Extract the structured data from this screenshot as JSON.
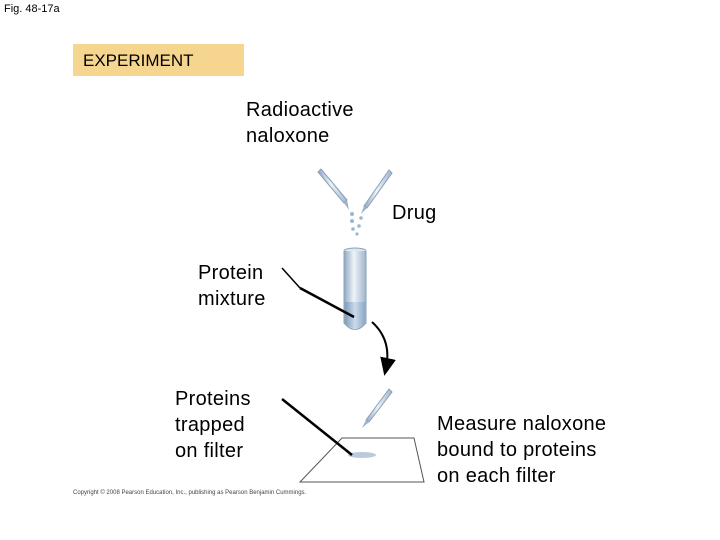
{
  "figure": {
    "label": "Fig. 48-17a"
  },
  "header": {
    "title": "EXPERIMENT"
  },
  "labels": {
    "radioactive": [
      "Radioactive",
      "naloxone"
    ],
    "drug": "Drug",
    "protein_mixture": [
      "Protein",
      "mixture"
    ],
    "proteins_trapped": [
      "Proteins",
      "trapped",
      "on filter"
    ],
    "measure": [
      "Measure naloxone",
      "bound to proteins",
      "on each filter"
    ]
  },
  "footer": {
    "copyright": "Copyright © 2008 Pearson Education, Inc., publishing as Pearson Benjamin Cummings."
  },
  "colors": {
    "header_bg": "#f6d58f",
    "glass": "#b7c9dc",
    "liquid": "#b4cbe0",
    "pointer": "#000000"
  }
}
